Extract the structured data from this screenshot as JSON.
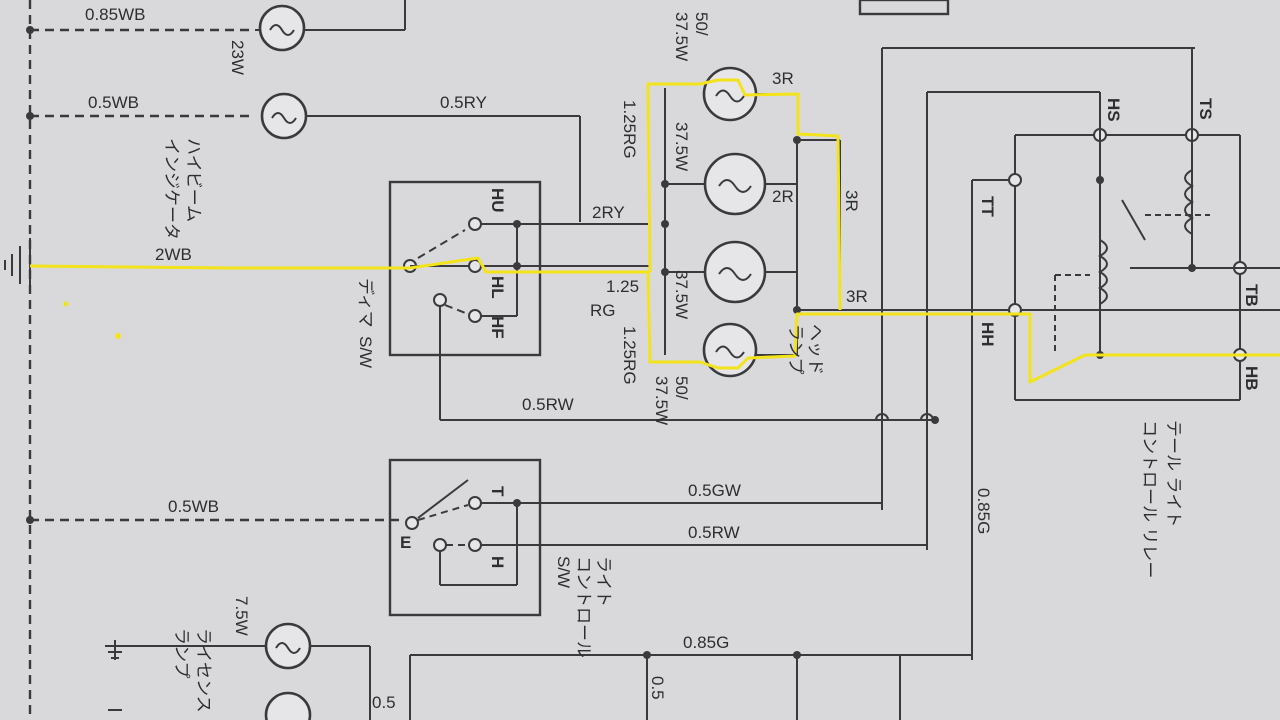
{
  "wire_labels": {
    "w085wb": "0.85WB",
    "w05wb_top": "0.5WB",
    "w05ry": "0.5RY",
    "w2wb": "2WB",
    "w2ry": "2RY",
    "w125_a": "1.25",
    "w125_b": "RG",
    "w125rg_top": "1.25RG",
    "w125rg_bot": "1.25RG",
    "w05rw_mid": "0.5RW",
    "w05wb_bot": "0.5WB",
    "w05gw": "0.5GW",
    "w05rw_low": "0.5RW",
    "w085g_bottom": "0.85G",
    "w085g_vert": "0.85G",
    "w05_small": "0.5",
    "w05_edge": "0.5",
    "w3r_top": "3R",
    "w3r_right": "3R",
    "w3r_mid": "3R",
    "w2r": "2R"
  },
  "lamp_ratings": {
    "lamp1": "23W",
    "hb_top_a": "50/",
    "hb_top_b": "37.5W",
    "hl2": "37.5W",
    "hl3": "37.5W",
    "hb_bot_a": "50/",
    "hb_bot_b": "37.5W",
    "meter_lamp": "7.5W"
  },
  "terminals": {
    "hu": "HU",
    "hl": "HL",
    "hf": "HF",
    "t": "T",
    "h": "H",
    "e": "E",
    "hs": "HS",
    "ts": "TS",
    "tt": "TT",
    "hh": "HH",
    "tb": "TB",
    "hb": "HB"
  },
  "component_labels": {
    "dimmer_a": "ディマ",
    "dimmer_b": "S/W",
    "hi_beam_a": "ハイビーム",
    "hi_beam_b": "インジケータ",
    "headlamp_a": "ヘッド",
    "headlamp_b": "ランプ",
    "light_ctrl_a": "ライト",
    "light_ctrl_b": "コントロール",
    "light_ctrl_c": "S/W",
    "tail_relay_a": "テール ライト",
    "tail_relay_b": "コントロール リレー",
    "license_a": "ライセンス",
    "license_b": "ランプ"
  },
  "colors": {
    "ink": "#3a3a3e",
    "paper": "#d9d9db",
    "highlight": "#f2e31b"
  }
}
